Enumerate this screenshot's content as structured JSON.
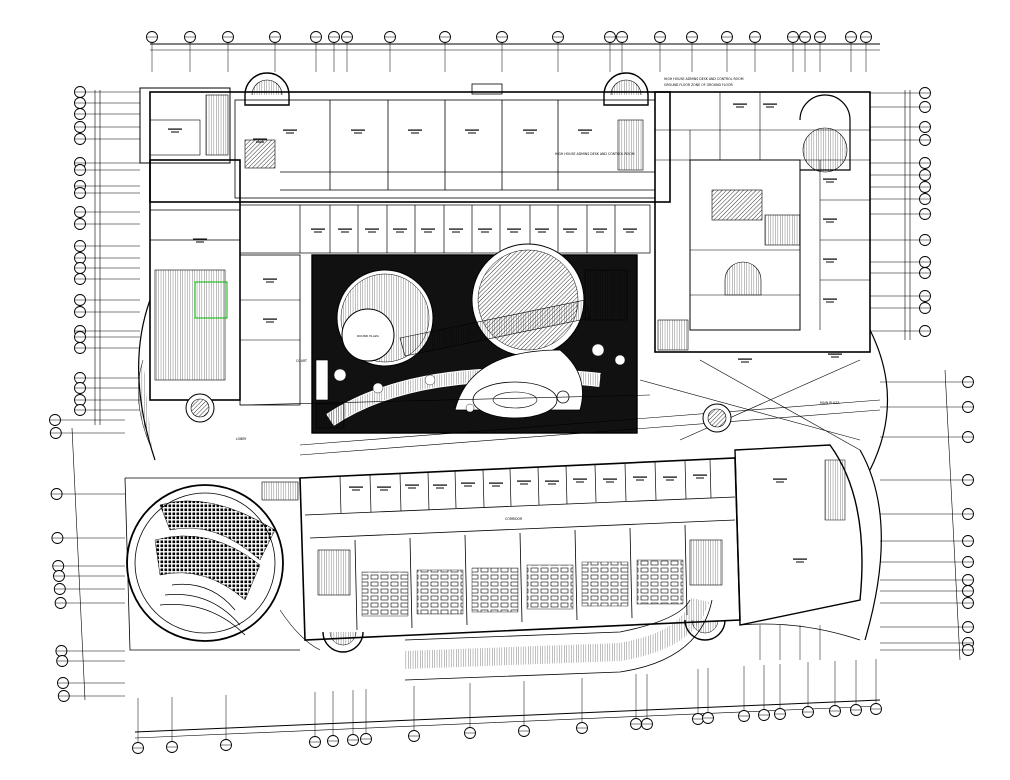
{
  "colors": {
    "background": "#ffffff",
    "ink": "#000000",
    "courtyard_fill": "#111111",
    "highlight": "#00b400"
  },
  "notes": [
    {
      "text": "HIGH HOUSE ADMINS DESK AND CONTROL ROOM"
    },
    {
      "text": "GROUND FLOOR ZONE OF GROUND FLOOR"
    },
    {
      "text": "HIGH HOUSE ADMINS DESK AND CONTROL ROOM"
    }
  ],
  "corridor_labels": [
    "COURT",
    "MAIN PLAZA",
    "LOBBY",
    "CORRIDOR"
  ],
  "icons": {
    "grid_bubble": "circle-with-grid-id",
    "fountain": "radial-fountain-icon",
    "staircase": "stair-hatch-icon"
  }
}
